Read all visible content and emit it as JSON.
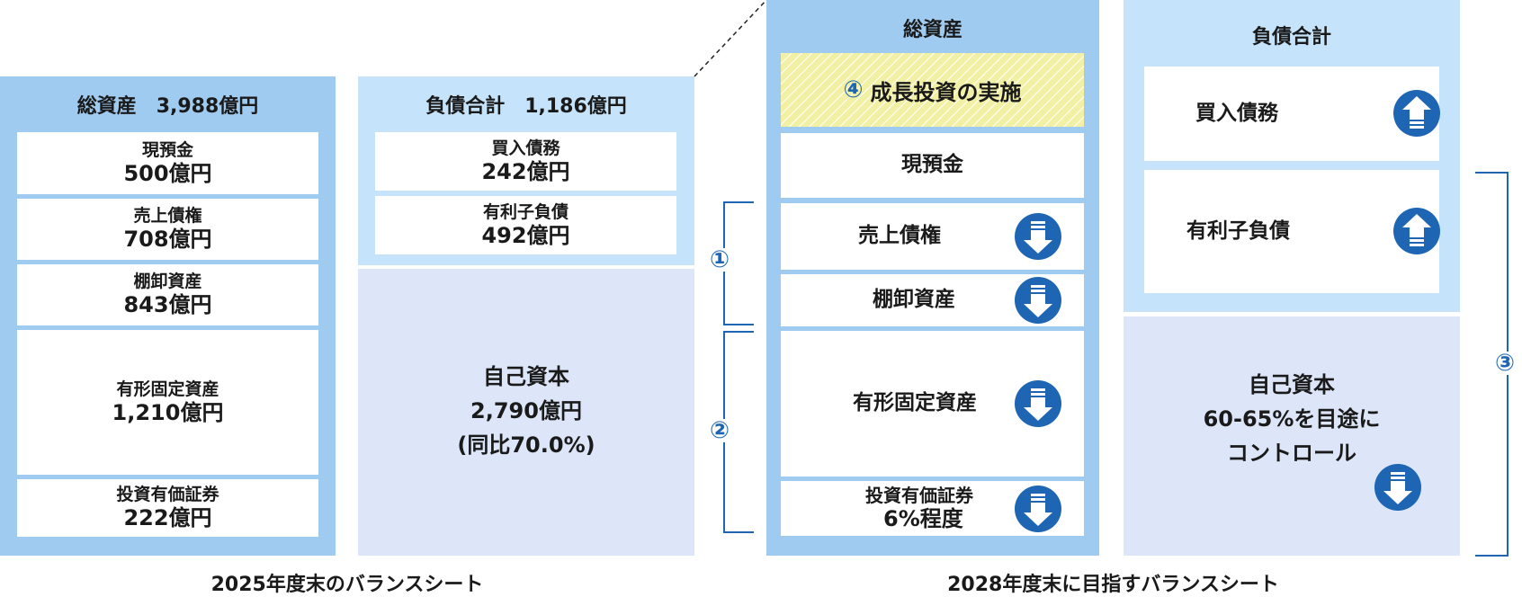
{
  "left": {
    "assets": {
      "header": "総資産　3,988億円",
      "items": [
        {
          "label": "現預金",
          "value": "500億円"
        },
        {
          "label": "売上債権",
          "value": "708億円"
        },
        {
          "label": "棚卸資産",
          "value": "843億円"
        },
        {
          "label": "有形固定資産",
          "value": "1,210億円"
        },
        {
          "label": "投資有価証券",
          "value": "222億円"
        }
      ]
    },
    "liabilities": {
      "header": "負債合計　1,186億円",
      "items": [
        {
          "label": "買入債務",
          "value": "242億円"
        },
        {
          "label": "有利子負債",
          "value": "492億円"
        }
      ]
    },
    "equity": {
      "line1": "自己資本",
      "line2": "2,790億円",
      "line3": "(同比70.0%)"
    },
    "caption": "2025年度末のバランスシート"
  },
  "right": {
    "assets": {
      "header": "総資産",
      "growth": {
        "marker": "④",
        "label": "成長投資の実施"
      },
      "items": [
        {
          "label": "現預金",
          "arrow": "none"
        },
        {
          "label": "売上債権",
          "arrow": "down"
        },
        {
          "label": "棚卸資産",
          "arrow": "down"
        },
        {
          "label": "有形固定資産",
          "arrow": "down"
        },
        {
          "label": "投資有価証券",
          "label2": "6%程度",
          "arrow": "down"
        }
      ]
    },
    "liabilities": {
      "header": "負債合計",
      "items": [
        {
          "label": "買入債務",
          "arrow": "up"
        },
        {
          "label": "有利子負債",
          "arrow": "up"
        }
      ]
    },
    "equity": {
      "line1": "自己資本",
      "line2": "60-65%を目途に",
      "line3": "コントロール",
      "arrow": "down"
    },
    "markers": {
      "m1": "①",
      "m2": "②",
      "m3": "③"
    },
    "caption": "2028年度末に目指すバランスシート"
  },
  "colors": {
    "asset_column": "#9fcbf1",
    "liability_column": "#c5e3fa",
    "equity_column": "#dce6f8",
    "arrow": "#1e66b3",
    "growth_fill": "#f1f0a4"
  }
}
